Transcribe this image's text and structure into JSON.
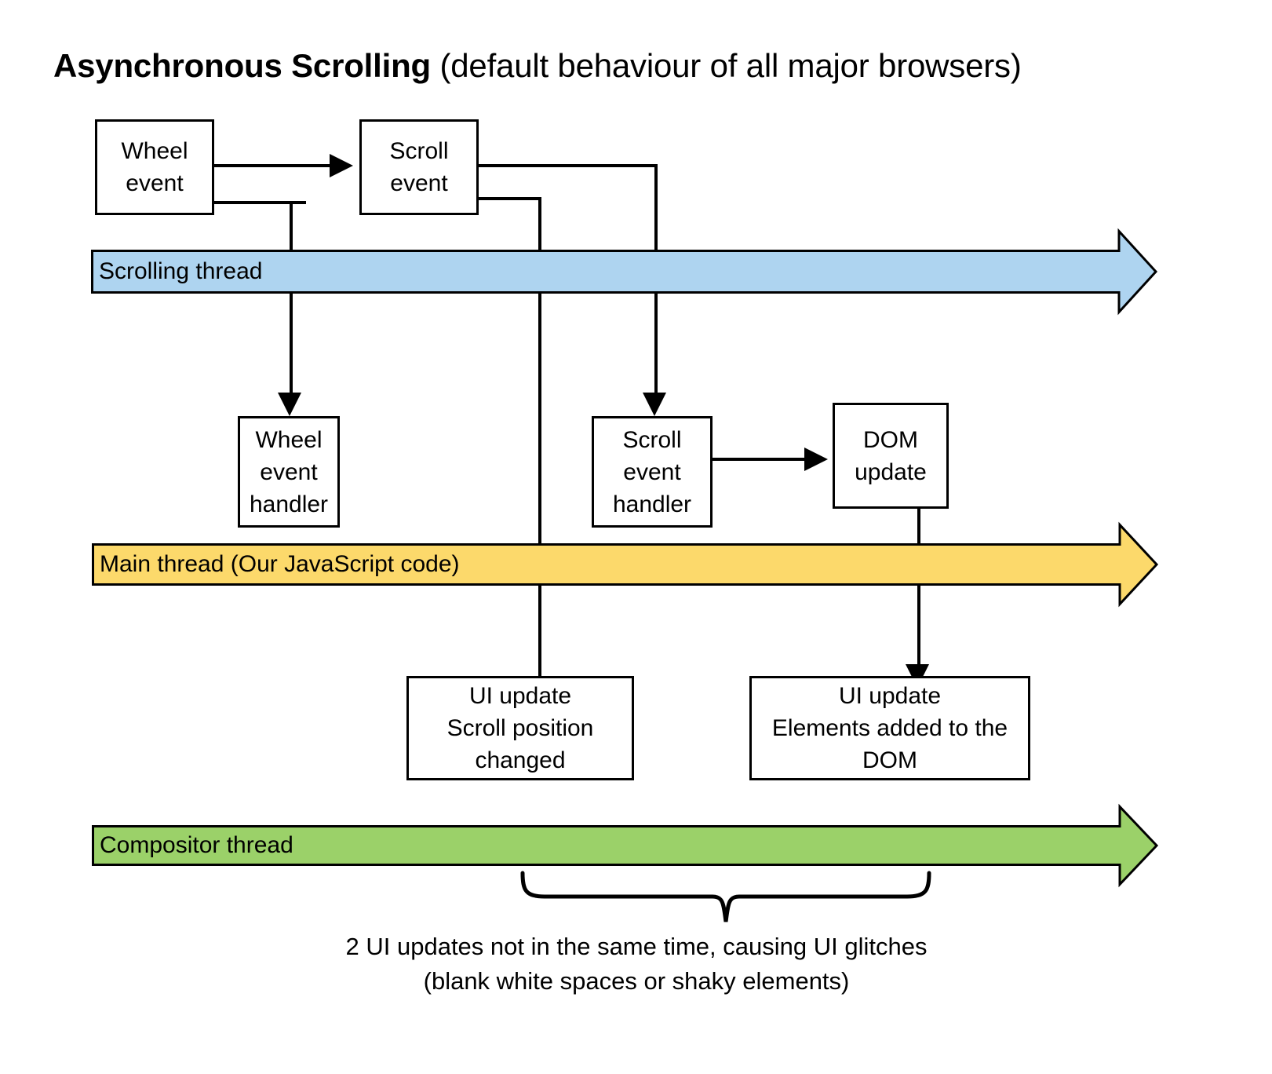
{
  "diagram": {
    "title": {
      "bold_part": "Asynchronous Scrolling",
      "rest_part": " (default behaviour of all major browsers)"
    },
    "colors": {
      "scrolling_thread": "#aed4f0",
      "main_thread": "#fcd96b",
      "compositor_thread": "#9bd169",
      "stroke": "#000000",
      "box_fill": "#ffffff"
    },
    "threads": [
      {
        "id": "scrolling",
        "label": "Scrolling thread",
        "color": "#aed4f0"
      },
      {
        "id": "main",
        "label": "Main thread (Our JavaScript code)",
        "color": "#fcd96b"
      },
      {
        "id": "compositor",
        "label": "Compositor thread",
        "color": "#9bd169"
      }
    ],
    "boxes": [
      {
        "id": "wheel-event",
        "label": "Wheel\nevent"
      },
      {
        "id": "scroll-event",
        "label": "Scroll\nevent"
      },
      {
        "id": "wheel-event-handler",
        "label": "Wheel\nevent\nhandler"
      },
      {
        "id": "scroll-event-handler",
        "label": "Scroll\nevent\nhandler"
      },
      {
        "id": "dom-update",
        "label": "DOM\nupdate"
      },
      {
        "id": "ui-update-scroll-position",
        "label": "UI update\nScroll position\nchanged"
      },
      {
        "id": "ui-update-elements-added",
        "label": "UI update\nElements added to the\nDOM"
      }
    ],
    "caption": "2 UI updates not in the same time, causing UI glitches\n(blank white spaces or shaky elements)"
  }
}
